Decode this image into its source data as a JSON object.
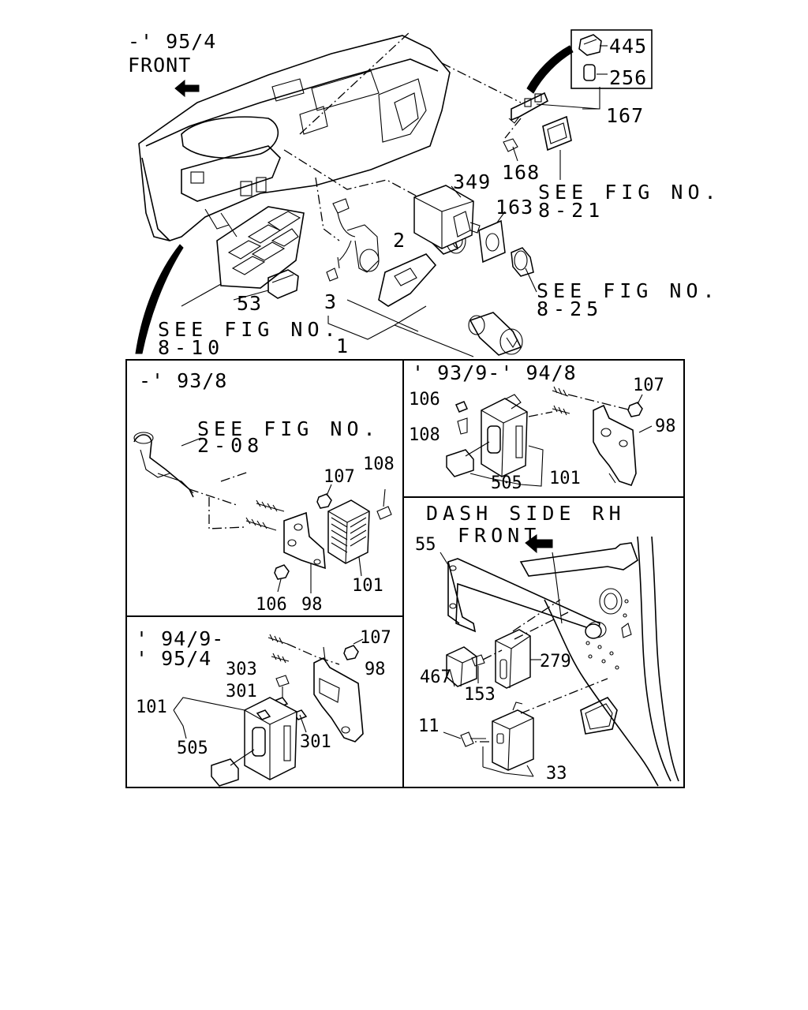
{
  "top": {
    "period": "-' 95/4",
    "front": "FRONT",
    "see_8_10_a": "SEE FIG NO.",
    "see_8_10_b": "8-10",
    "see_8_21_a": "SEE FIG NO.",
    "see_8_21_b": "8-21",
    "see_8_25_a": "SEE FIG NO.",
    "see_8_25_b": "8-25",
    "callouts": {
      "c445": "445",
      "c256": "256",
      "c167": "167",
      "c168": "168",
      "c349": "349",
      "c163": "163",
      "c2": "2",
      "c3": "3",
      "c53": "53",
      "c1": "1"
    }
  },
  "panel_a": {
    "period": "-' 93/8",
    "see_a": "SEE FIG NO.",
    "see_b": "2-08",
    "callouts": {
      "c107": "107",
      "c108": "108",
      "c101": "101",
      "c106": "106",
      "c98": "98"
    }
  },
  "panel_b": {
    "period": "' 93/9-' 94/8",
    "callouts": {
      "c106": "106",
      "c108": "108",
      "c107": "107",
      "c98": "98",
      "c505": "505",
      "c101": "101"
    }
  },
  "panel_c": {
    "period_a": "' 94/9-",
    "period_b": "' 95/4",
    "callouts": {
      "c107": "107",
      "c98": "98",
      "c303": "303",
      "c301a": "301",
      "c101": "101",
      "c505": "505",
      "c301b": "301"
    }
  },
  "panel_d": {
    "title": "DASH SIDE RH",
    "front": "FRONT",
    "callouts": {
      "c55": "55",
      "c467": "467",
      "c279": "279",
      "c153": "153",
      "c11": "11",
      "c33": "33"
    }
  }
}
